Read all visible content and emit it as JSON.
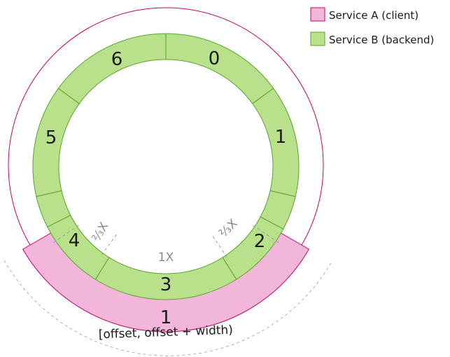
{
  "legend": {
    "items": [
      {
        "label": "Service A (client)",
        "fill": "#f2b6db",
        "stroke": "#c4006f"
      },
      {
        "label": "Service B (backend)",
        "fill": "#b9e08a",
        "stroke": "#57a52a"
      }
    ]
  },
  "backend_ring": {
    "color_fill": "#b9e08a",
    "color_stroke": "#57a52a",
    "segments": [
      "6",
      "0",
      "1",
      "",
      "2",
      "3",
      "4",
      "",
      "5",
      ""
    ]
  },
  "client_ring": {
    "color_fill": "#f2b6db",
    "color_stroke": "#c4006f",
    "segment_label": "1"
  },
  "annotations": {
    "left_fraction": "⅔X",
    "right_fraction": "⅔X",
    "center_fraction": "1X",
    "range_label": "[offset, offset + width)"
  },
  "colors": {
    "outer_circle": "#c4006f",
    "dashed": "#9a9a9a",
    "annotation_text": "#8a8a8a",
    "label_text": "#1a1a1a"
  }
}
